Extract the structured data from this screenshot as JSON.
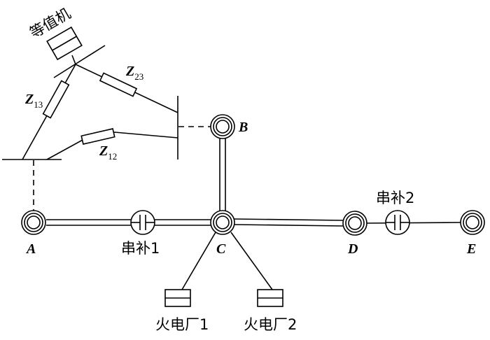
{
  "diagram": {
    "equivalent_machine": {
      "label": "等值机"
    },
    "impedances": [
      {
        "id": "z13",
        "main": "Z",
        "sub": "13"
      },
      {
        "id": "z23",
        "main": "Z",
        "sub": "23"
      },
      {
        "id": "z12",
        "main": "Z",
        "sub": "12"
      }
    ],
    "nodes": [
      {
        "id": "A",
        "label": "A"
      },
      {
        "id": "B",
        "label": "B"
      },
      {
        "id": "C",
        "label": "C"
      },
      {
        "id": "D",
        "label": "D"
      },
      {
        "id": "E",
        "label": "E"
      }
    ],
    "series_compensators": [
      {
        "id": "sc1",
        "label": "串补1"
      },
      {
        "id": "sc2",
        "label": "串补2"
      }
    ],
    "plants": [
      {
        "id": "p1",
        "label": "火电厂1"
      },
      {
        "id": "p2",
        "label": "火电厂2"
      }
    ]
  }
}
